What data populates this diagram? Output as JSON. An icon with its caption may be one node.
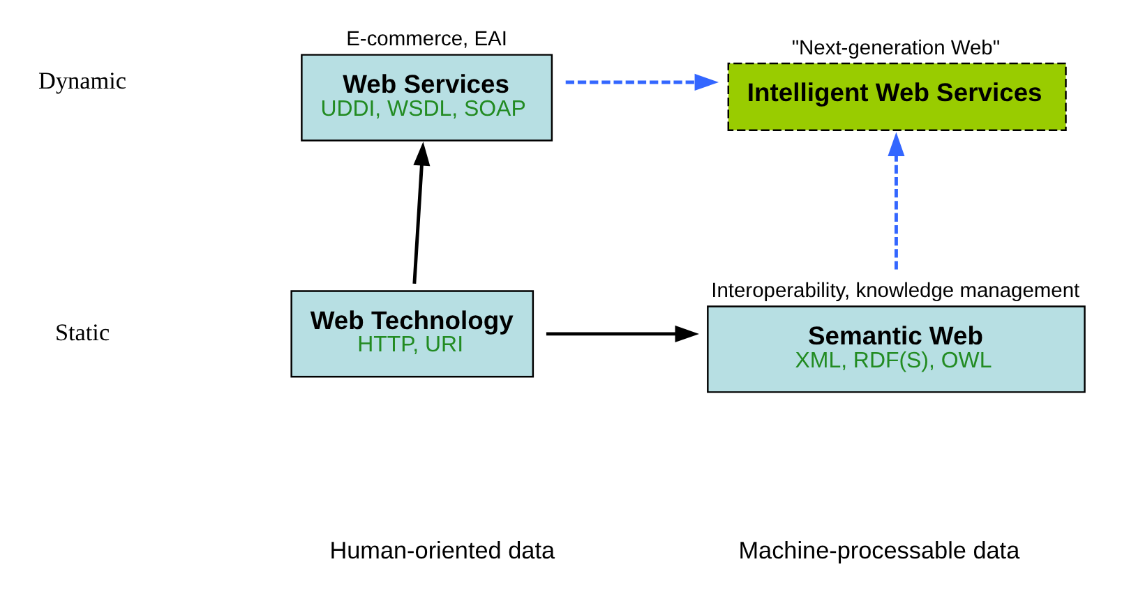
{
  "diagram": {
    "nodes": [
      {
        "text": [
          "Web Services",
          "UDDI, WSDL, SOAP"
        ],
        "beside": [
          "E-commerce, EAI"
        ]
      },
      {
        "text": [
          "Intelligent Web Services"
        ],
        "beside": [
          "\"Next-generation Web\""
        ]
      },
      {
        "text": [
          "Web Technology",
          "HTTP, URI"
        ]
      },
      {
        "text": [
          "Semantic Web",
          "XML, RDF(S), OWL"
        ],
        "beside": [
          "Interoperability, knowledge management"
        ]
      }
    ],
    "edges": [
      {
        "from": 2,
        "to": 0,
        "arrow": "to"
      },
      {
        "from": 2,
        "to": 3,
        "arrow": "to"
      },
      {
        "from": 0,
        "to": 1,
        "arrow": "to",
        "style": "dashed",
        "color": "#3366ff"
      },
      {
        "from": 3,
        "to": 1,
        "arrow": "to",
        "style": "dashed",
        "color": "#3366ff"
      }
    ],
    "labels": [
      "Dynamic",
      "Static",
      "Human-oriented data",
      "Machine-processable data"
    ]
  }
}
